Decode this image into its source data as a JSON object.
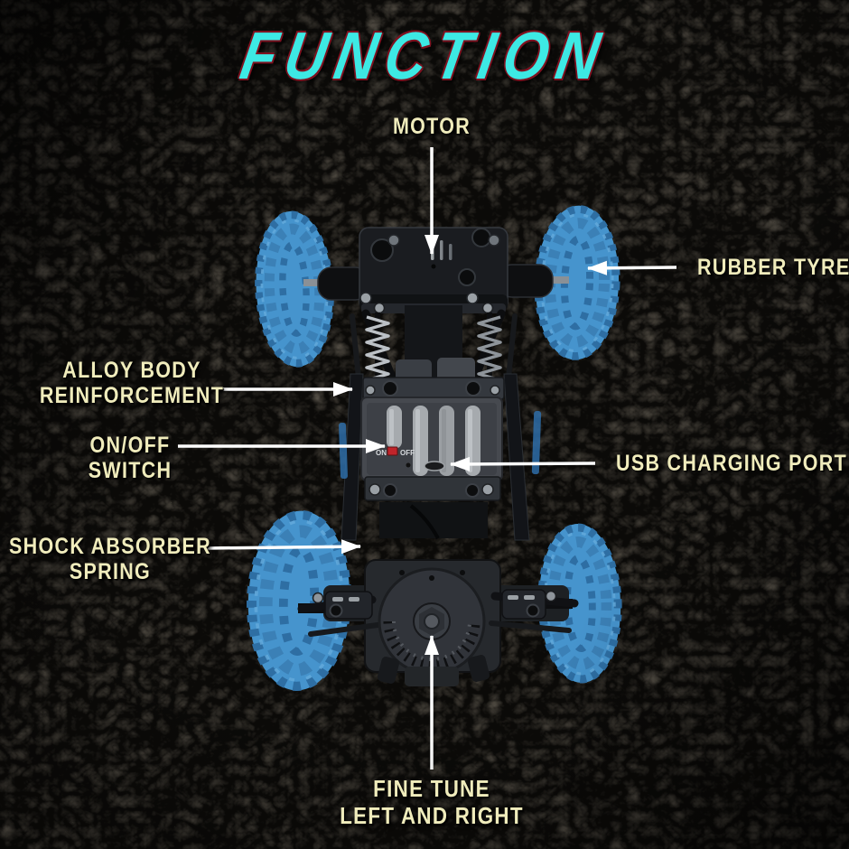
{
  "title": "FUNCTION",
  "colors": {
    "background": "#0b0a08",
    "title": "#3de9e4",
    "title_outline": "#7e1220",
    "label": "#f0ecbc",
    "arrow": "#ffffff",
    "tyre_blue": "#4694cd"
  },
  "callouts": {
    "motor": {
      "label": "MOTOR"
    },
    "rubber_tyre": {
      "label": "RUBBER TYRE"
    },
    "alloy_body_reinforcement": {
      "line1": "ALLOY BODY",
      "line2": "REINFORCEMENT"
    },
    "on_off_switch": {
      "line1": "ON/OFF",
      "line2": "SWITCH"
    },
    "usb_charging_port": {
      "label": "USB CHARGING PORT"
    },
    "shock_absorber_spring": {
      "line1": "SHOCK ABSORBER",
      "line2": "SPRING"
    },
    "fine_tune": {
      "line1": "FINE TUNE",
      "line2": "LEFT AND RIGHT"
    }
  },
  "chassis_markings": {
    "on": "ON",
    "off": "OFF"
  }
}
